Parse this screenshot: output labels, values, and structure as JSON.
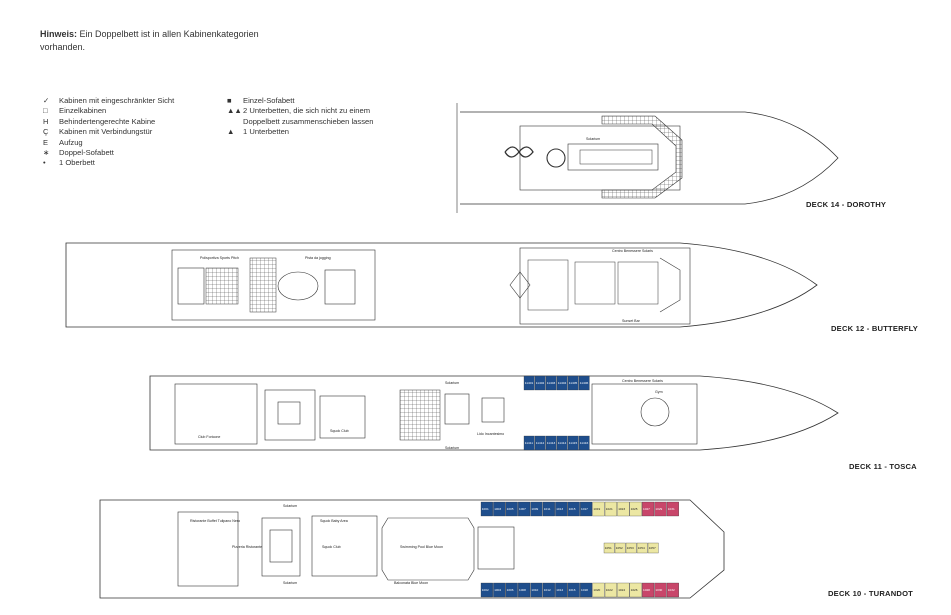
{
  "note": {
    "prefix": "Hinweis:",
    "text": " Ein Doppelbett ist in allen Kabinenkategorien vorhanden."
  },
  "legend_left": [
    {
      "symbol": "✓",
      "symbol_name": "checkmark-icon",
      "text": "Kabinen mit eingeschränkter Sicht"
    },
    {
      "symbol": "□",
      "symbol_name": "square-outline-icon",
      "text": "Einzelkabinen"
    },
    {
      "symbol": "H",
      "symbol_name": "h-letter-icon",
      "text": "Behindertengerechte Kabine"
    },
    {
      "symbol": "Ç",
      "symbol_name": "connecting-door-icon",
      "text": "Kabinen mit Verbindungstür"
    },
    {
      "symbol": "E",
      "symbol_name": "elevator-icon",
      "text": "Aufzug"
    },
    {
      "symbol": "∗",
      "symbol_name": "asterisk-icon",
      "text": "Doppel-Sofabett"
    },
    {
      "symbol": "•",
      "symbol_name": "bullet-icon",
      "text": "1 Oberbett"
    }
  ],
  "legend_right": [
    {
      "symbol": "■",
      "symbol_name": "filled-square-icon",
      "text": "Einzel-Sofabett"
    },
    {
      "symbol": "▲▲",
      "symbol_name": "double-triangle-icon",
      "text": "2 Unterbetten, die sich nicht zu einem Doppelbett zusammenschieben lassen"
    },
    {
      "symbol": "▲",
      "symbol_name": "triangle-icon",
      "text": "1 Unterbetten"
    }
  ],
  "decks": [
    {
      "id": "deck14",
      "label": "DECK 14 - DOROTHY",
      "areas": {
        "solarium": "Solarium"
      }
    },
    {
      "id": "deck12",
      "label": "DECK 12 - BUTTERFLY",
      "areas": {
        "sports": "Polisportiva Sports Pitch",
        "jogging": "Pista da jogging",
        "spa": "Centro Benessere Solaris",
        "sunset": "Sunset Bar"
      }
    },
    {
      "id": "deck11",
      "label": "DECK 11 - TOSCA",
      "areas": {
        "club": "Club Foricone",
        "squok": "Squok Club",
        "solarium_top": "Solarium",
        "solarium_bottom": "Solarium",
        "lido": "Lido Incantesimo",
        "spa": "Centro Benessere Solaris",
        "gym": "Gym"
      },
      "cabins_top": [
        "11401",
        "11402",
        "11403",
        "11404",
        "11405",
        "11406"
      ],
      "cabins_bottom": [
        "11411",
        "11412",
        "11413",
        "11414",
        "11415",
        "11416"
      ]
    },
    {
      "id": "deck10",
      "label": "DECK 10  - TURANDOT",
      "areas": {
        "solarium_top": "Solarium",
        "solarium_bottom": "Solarium",
        "buffet": "Ristorante Buffet Tulipano Nero",
        "pizzeria": "Pizzeria Ristorante",
        "squok_baby": "Squok Baby Area",
        "squok": "Squok Club",
        "pool": "Swimming Pool Blue Moon",
        "balcony": "Balconata Blue Moon"
      },
      "cabins_top": [
        "1001",
        "1003",
        "1005",
        "1007",
        "1009",
        "1011",
        "1013",
        "1015",
        "1017",
        "1019",
        "1021",
        "1023",
        "1025",
        "1027",
        "1029",
        "1031"
      ],
      "cabins_bottom": [
        "1002",
        "1004",
        "1006",
        "1008",
        "1010",
        "1012",
        "1014",
        "1016",
        "1018",
        "1020",
        "1022",
        "1024",
        "1026",
        "1028",
        "1030",
        "1032"
      ],
      "cabins_center": [
        "1051",
        "1052",
        "1053",
        "1054",
        "1057"
      ]
    }
  ],
  "colors": {
    "balcony_blue": "#1f4e8c",
    "inside_yellow": "#ece7a3",
    "suite_pink": "#c8466a",
    "hull": "#333333"
  }
}
